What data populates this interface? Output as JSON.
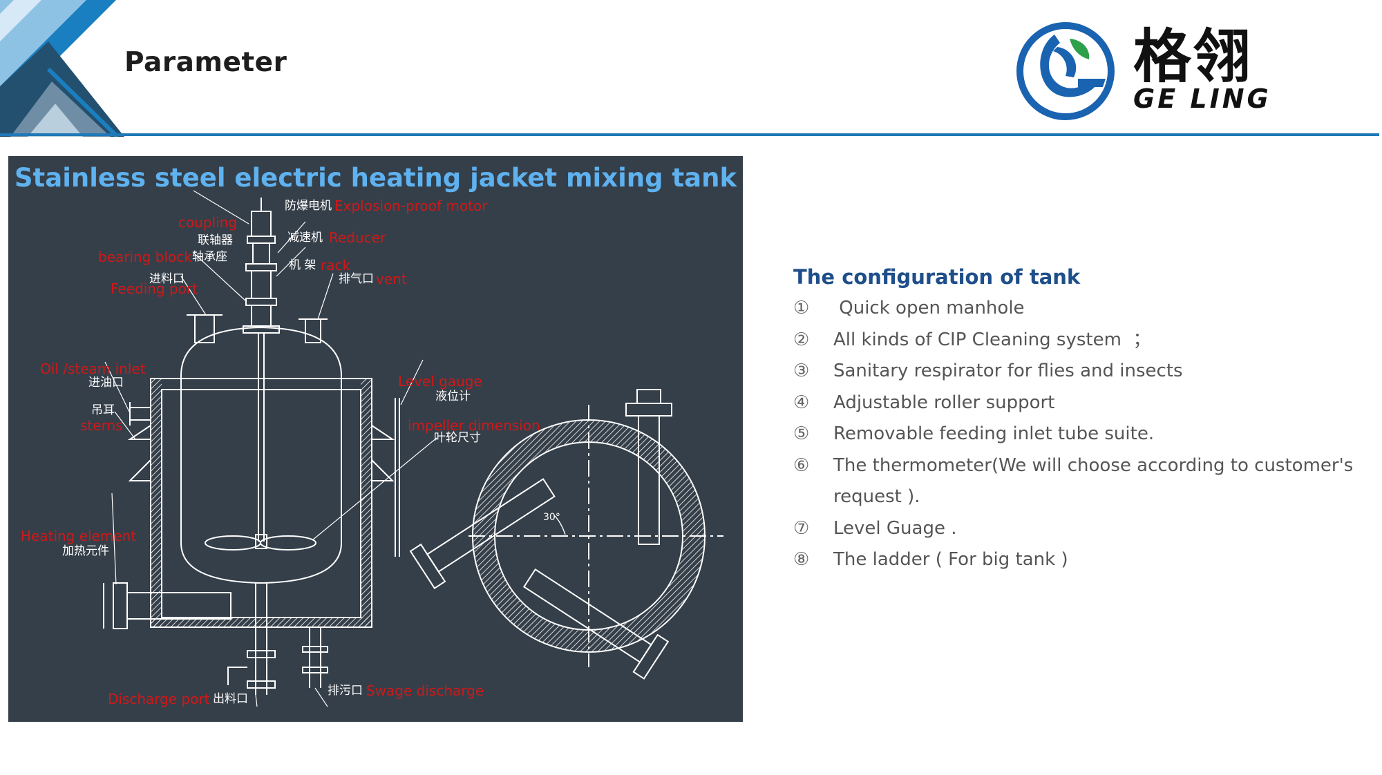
{
  "header": {
    "title": "Parameter",
    "rule_color": "#1f78b7"
  },
  "logo": {
    "chinese": "格翎",
    "english": "GE LING",
    "icon": "ge-ling-logo-icon",
    "colors": {
      "blue": "#1a63b0",
      "green": "#2ea04a"
    }
  },
  "diagram": {
    "title": "Stainless steel electric heating jacket mixing tank",
    "background": "#353f49",
    "labels": {
      "motor_cn": "防爆电机",
      "motor_en": "Explosion-proof motor",
      "coupling_en": "coupling",
      "coupling_cn": "联轴器",
      "reducer_cn": "减速机",
      "reducer_en": "Reducer",
      "bearing_en": "bearing block",
      "bearing_cn": "轴承座",
      "rack_cn": "机 架",
      "rack_en": "rack",
      "feed_cn": "进料口",
      "feed_en": "Feeding port",
      "vent_cn": "排气口",
      "vent_en": "vent",
      "oil_en": "Oil /steam inlet",
      "oil_cn": "进油口",
      "level_en": "Level gauge",
      "level_cn": "液位计",
      "lug_cn": "吊耳",
      "lug_en": "sterns",
      "impeller_en": "impeller dimension",
      "impeller_cn": "叶轮尺寸",
      "heating_en": "Heating  element",
      "heating_cn": "加热元件",
      "discharge_en": "Discharge port",
      "discharge_cn": "出料口",
      "sewage_cn": "排污口",
      "sewage_en": "Swage discharge",
      "angle": "30°"
    }
  },
  "configuration": {
    "title": "The configuration of tank",
    "items": [
      {
        "num": "①",
        "text": " Quick open manhole"
      },
      {
        "num": "②",
        "text": "All kinds of CIP Cleaning system  ；"
      },
      {
        "num": "③",
        "text": "Sanitary respirator for flies and insects"
      },
      {
        "num": "④",
        "text": "Adjustable roller support"
      },
      {
        "num": "⑤",
        "text": "Removable feeding inlet tube suite."
      },
      {
        "num": "⑥",
        "text": "The thermometer(We will choose according to customer's request )."
      },
      {
        "num": "⑦",
        "text": "Level Guage ."
      },
      {
        "num": "⑧",
        "text": "The ladder ( For big tank )"
      }
    ]
  }
}
